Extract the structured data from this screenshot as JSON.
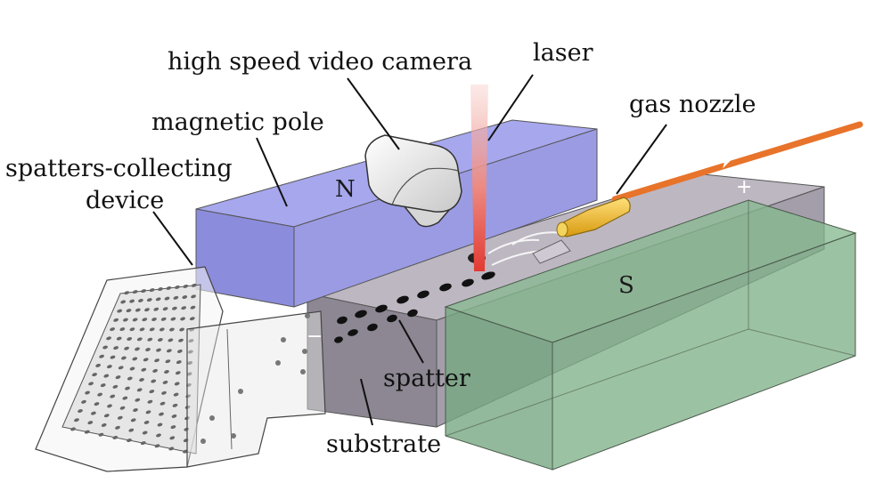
{
  "labels": {
    "camera": "high speed video camera",
    "laser": "laser",
    "magnetic_pole": "magnetic pole",
    "gas_nozzle": "gas nozzle",
    "collector_line1": "spatters-collecting",
    "collector_line2": "device",
    "spatter": "spatter",
    "substrate": "substrate"
  },
  "markers": {
    "north": "N",
    "south": "S",
    "plus": "+",
    "minus": "−"
  },
  "colors": {
    "north_pole": "#8f8fe6",
    "south_pole": "#86b98f",
    "substrate": "#b9b3be",
    "laser": "#e23b32",
    "wire": "#e8732a",
    "nozzle": "#e9b322",
    "spatter": "#111111"
  }
}
